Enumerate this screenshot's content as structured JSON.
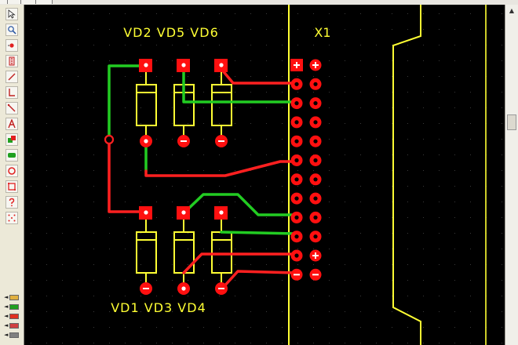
{
  "toolbar": {
    "tools": [
      {
        "name": "select-arrow-icon"
      },
      {
        "name": "zoom-icon"
      },
      {
        "name": "place-pad-icon"
      },
      {
        "name": "place-component-icon"
      },
      {
        "name": "draw-line-icon"
      },
      {
        "name": "draw-corner-line-icon"
      },
      {
        "name": "draw-diagonal-icon"
      },
      {
        "name": "text-icon"
      },
      {
        "name": "copy-icon"
      },
      {
        "name": "polygon-fill-icon"
      },
      {
        "name": "circle-icon"
      },
      {
        "name": "rectangle-icon"
      },
      {
        "name": "help-icon"
      },
      {
        "name": "autoroute-icon"
      }
    ],
    "layers": [
      {
        "name": "layer-c1",
        "color": "#e0b040"
      },
      {
        "name": "layer-s1",
        "color": "#20a020"
      },
      {
        "name": "layer-c2",
        "color": "#e03020"
      },
      {
        "name": "layer-s2",
        "color": "#d04040"
      },
      {
        "name": "layer-i1",
        "color": "#808080"
      }
    ]
  },
  "board": {
    "labels": {
      "vd_top": "VD2 VD5 VD6",
      "vd_bottom": "VD1 VD3 VD4",
      "connector": "X1"
    },
    "colors": {
      "background": "#000000",
      "grid_dot": "#3a3a3a",
      "outline": "#ffff33",
      "copper_top": "#ff2020",
      "copper_bottom": "#22cc22",
      "pad": "#ff1010",
      "pad_hole": "#ffffff"
    }
  }
}
